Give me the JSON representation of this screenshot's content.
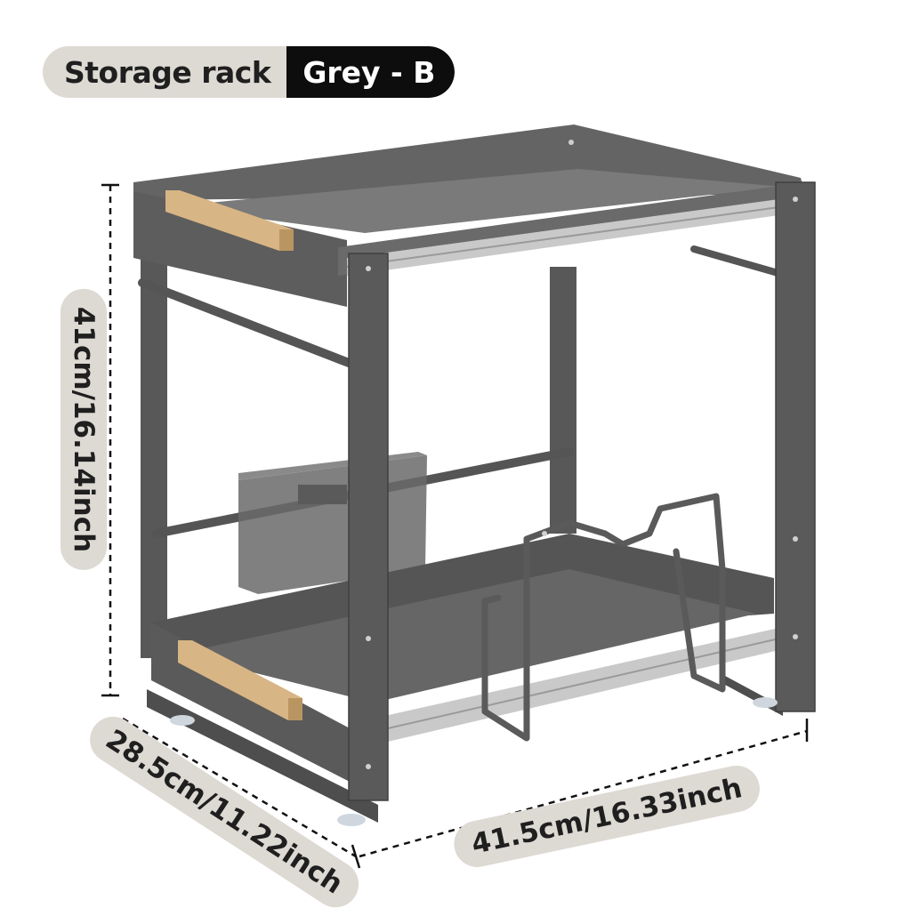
{
  "title": {
    "label": "Storage rack",
    "variant": "Grey - B"
  },
  "dimensions": {
    "height": "41cm/16.14inch",
    "depth": "28.5cm/11.22inch",
    "width": "41.5cm/16.33inch"
  },
  "colors": {
    "frame": "#5f5f5f",
    "frame_dark": "#3f3f3f",
    "tray": "#6e6e6e",
    "rail": "#c9c9c9",
    "wood": "#d8b585",
    "pill_light": "#ddd9d3",
    "pill_dark": "#0d0d0d"
  }
}
